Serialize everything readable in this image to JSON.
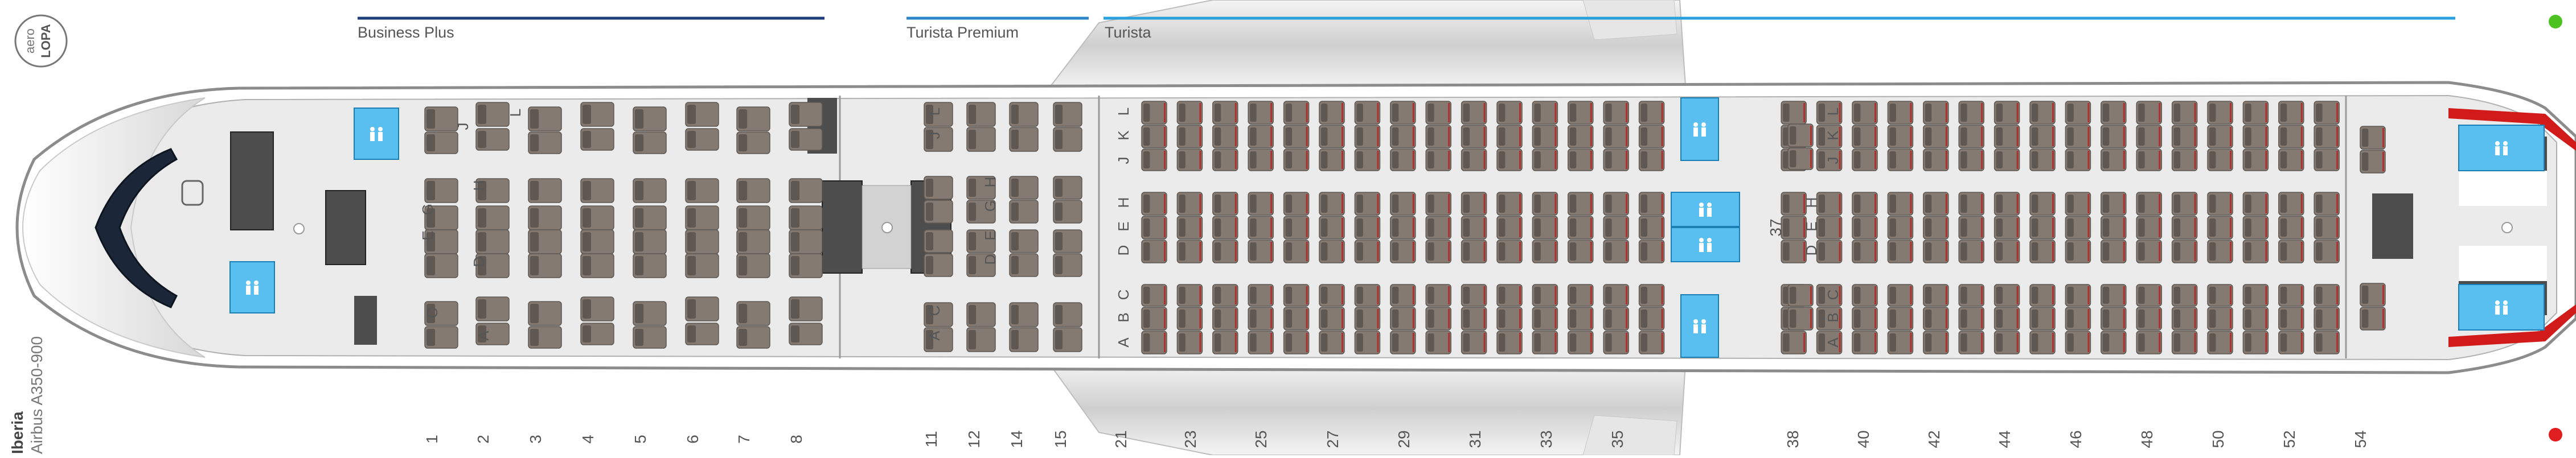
{
  "logo": {
    "line1": "aero",
    "line2": "LOPA"
  },
  "airline": {
    "name": "Iberia",
    "aircraft": "Airbus A350-900"
  },
  "cabins": [
    {
      "label": "Business Plus",
      "color": "#1f3f7a"
    },
    {
      "label": "Turista Premium",
      "color": "#2e86c8"
    },
    {
      "label": "Turista",
      "color": "#2aa0dc"
    }
  ],
  "business_cols": {
    "upper": [
      "J",
      "L"
    ],
    "middle": [
      "E",
      "G",
      "D",
      "H"
    ],
    "lower": [
      "C",
      "A"
    ]
  },
  "premium_cols": {
    "upper": [
      "J",
      "L"
    ],
    "middle": [
      "D",
      "E",
      "G",
      "H"
    ],
    "lower": [
      "A",
      "C"
    ]
  },
  "economy_cols": {
    "upper": [
      "J",
      "K",
      "L"
    ],
    "middle": [
      "D",
      "E",
      "H"
    ],
    "lower": [
      "A",
      "B",
      "C"
    ]
  },
  "extra_row_label": "37",
  "row_numbers": [
    "1",
    "2",
    "3",
    "4",
    "5",
    "6",
    "7",
    "8",
    "11",
    "12",
    "14",
    "15",
    "21",
    "23",
    "25",
    "27",
    "29",
    "31",
    "33",
    "35",
    "38",
    "40",
    "42",
    "44",
    "46",
    "48",
    "50",
    "52",
    "54"
  ],
  "colors": {
    "seat": "#847a72",
    "seat_dark": "#5f5852",
    "galley": "#4d4d4d",
    "lavatory": "#59bff0",
    "fuselage_border": "#888888",
    "floor": "#ebebeb",
    "exit_red": "#d11a1a",
    "status_green": "#4cc21f",
    "status_red": "#e02020"
  }
}
